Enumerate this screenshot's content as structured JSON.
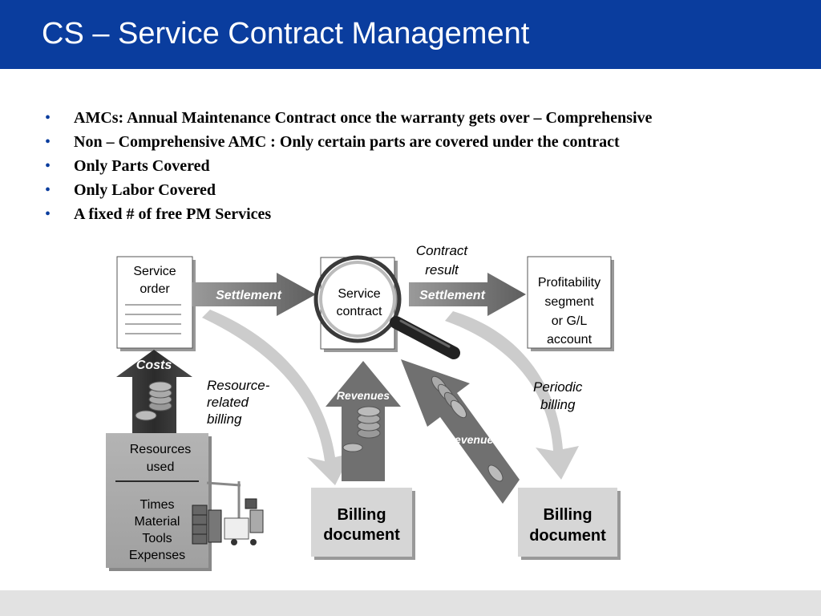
{
  "slide": {
    "title": "CS – Service Contract Management",
    "colors": {
      "header": "#0a3d9e",
      "bullet": "#0a3d9e",
      "footer": "#e2e2e2"
    }
  },
  "bullets": [
    "AMCs: Annual Maintenance Contract once the warranty gets over – Comprehensive",
    "Non – Comprehensive AMC : Only certain parts are covered under the contract",
    "Only Parts Covered",
    "Only Labor Covered",
    "A fixed # of free PM Services"
  ],
  "diagram": {
    "service_order": {
      "line1": "Service",
      "line2": "order"
    },
    "service_contract": {
      "line1": "Service",
      "line2": "contract"
    },
    "profitability": {
      "line1": "Profitability",
      "line2": "segment",
      "line3": "or G/L",
      "line4": "account"
    },
    "settlement_left": "Settlement",
    "settlement_right": "Settlement",
    "contract_result": {
      "line1": "Contract",
      "line2": "result"
    },
    "costs": "Costs",
    "resource_related": {
      "line1": "Resource-",
      "line2": "related",
      "line3": "billing"
    },
    "periodic_billing": {
      "line1": "Periodic",
      "line2": "billing"
    },
    "revenues_center": "Revenues",
    "revenues_diagonal": "Revenues",
    "resources": {
      "line1": "Resources",
      "line2": "used",
      "line3": "Times",
      "line4": "Material",
      "line5": "Tools",
      "line6": "Expenses"
    },
    "billing_doc_left": {
      "line1": "Billing",
      "line2": "document"
    },
    "billing_doc_right": {
      "line1": "Billing",
      "line2": "document"
    }
  }
}
